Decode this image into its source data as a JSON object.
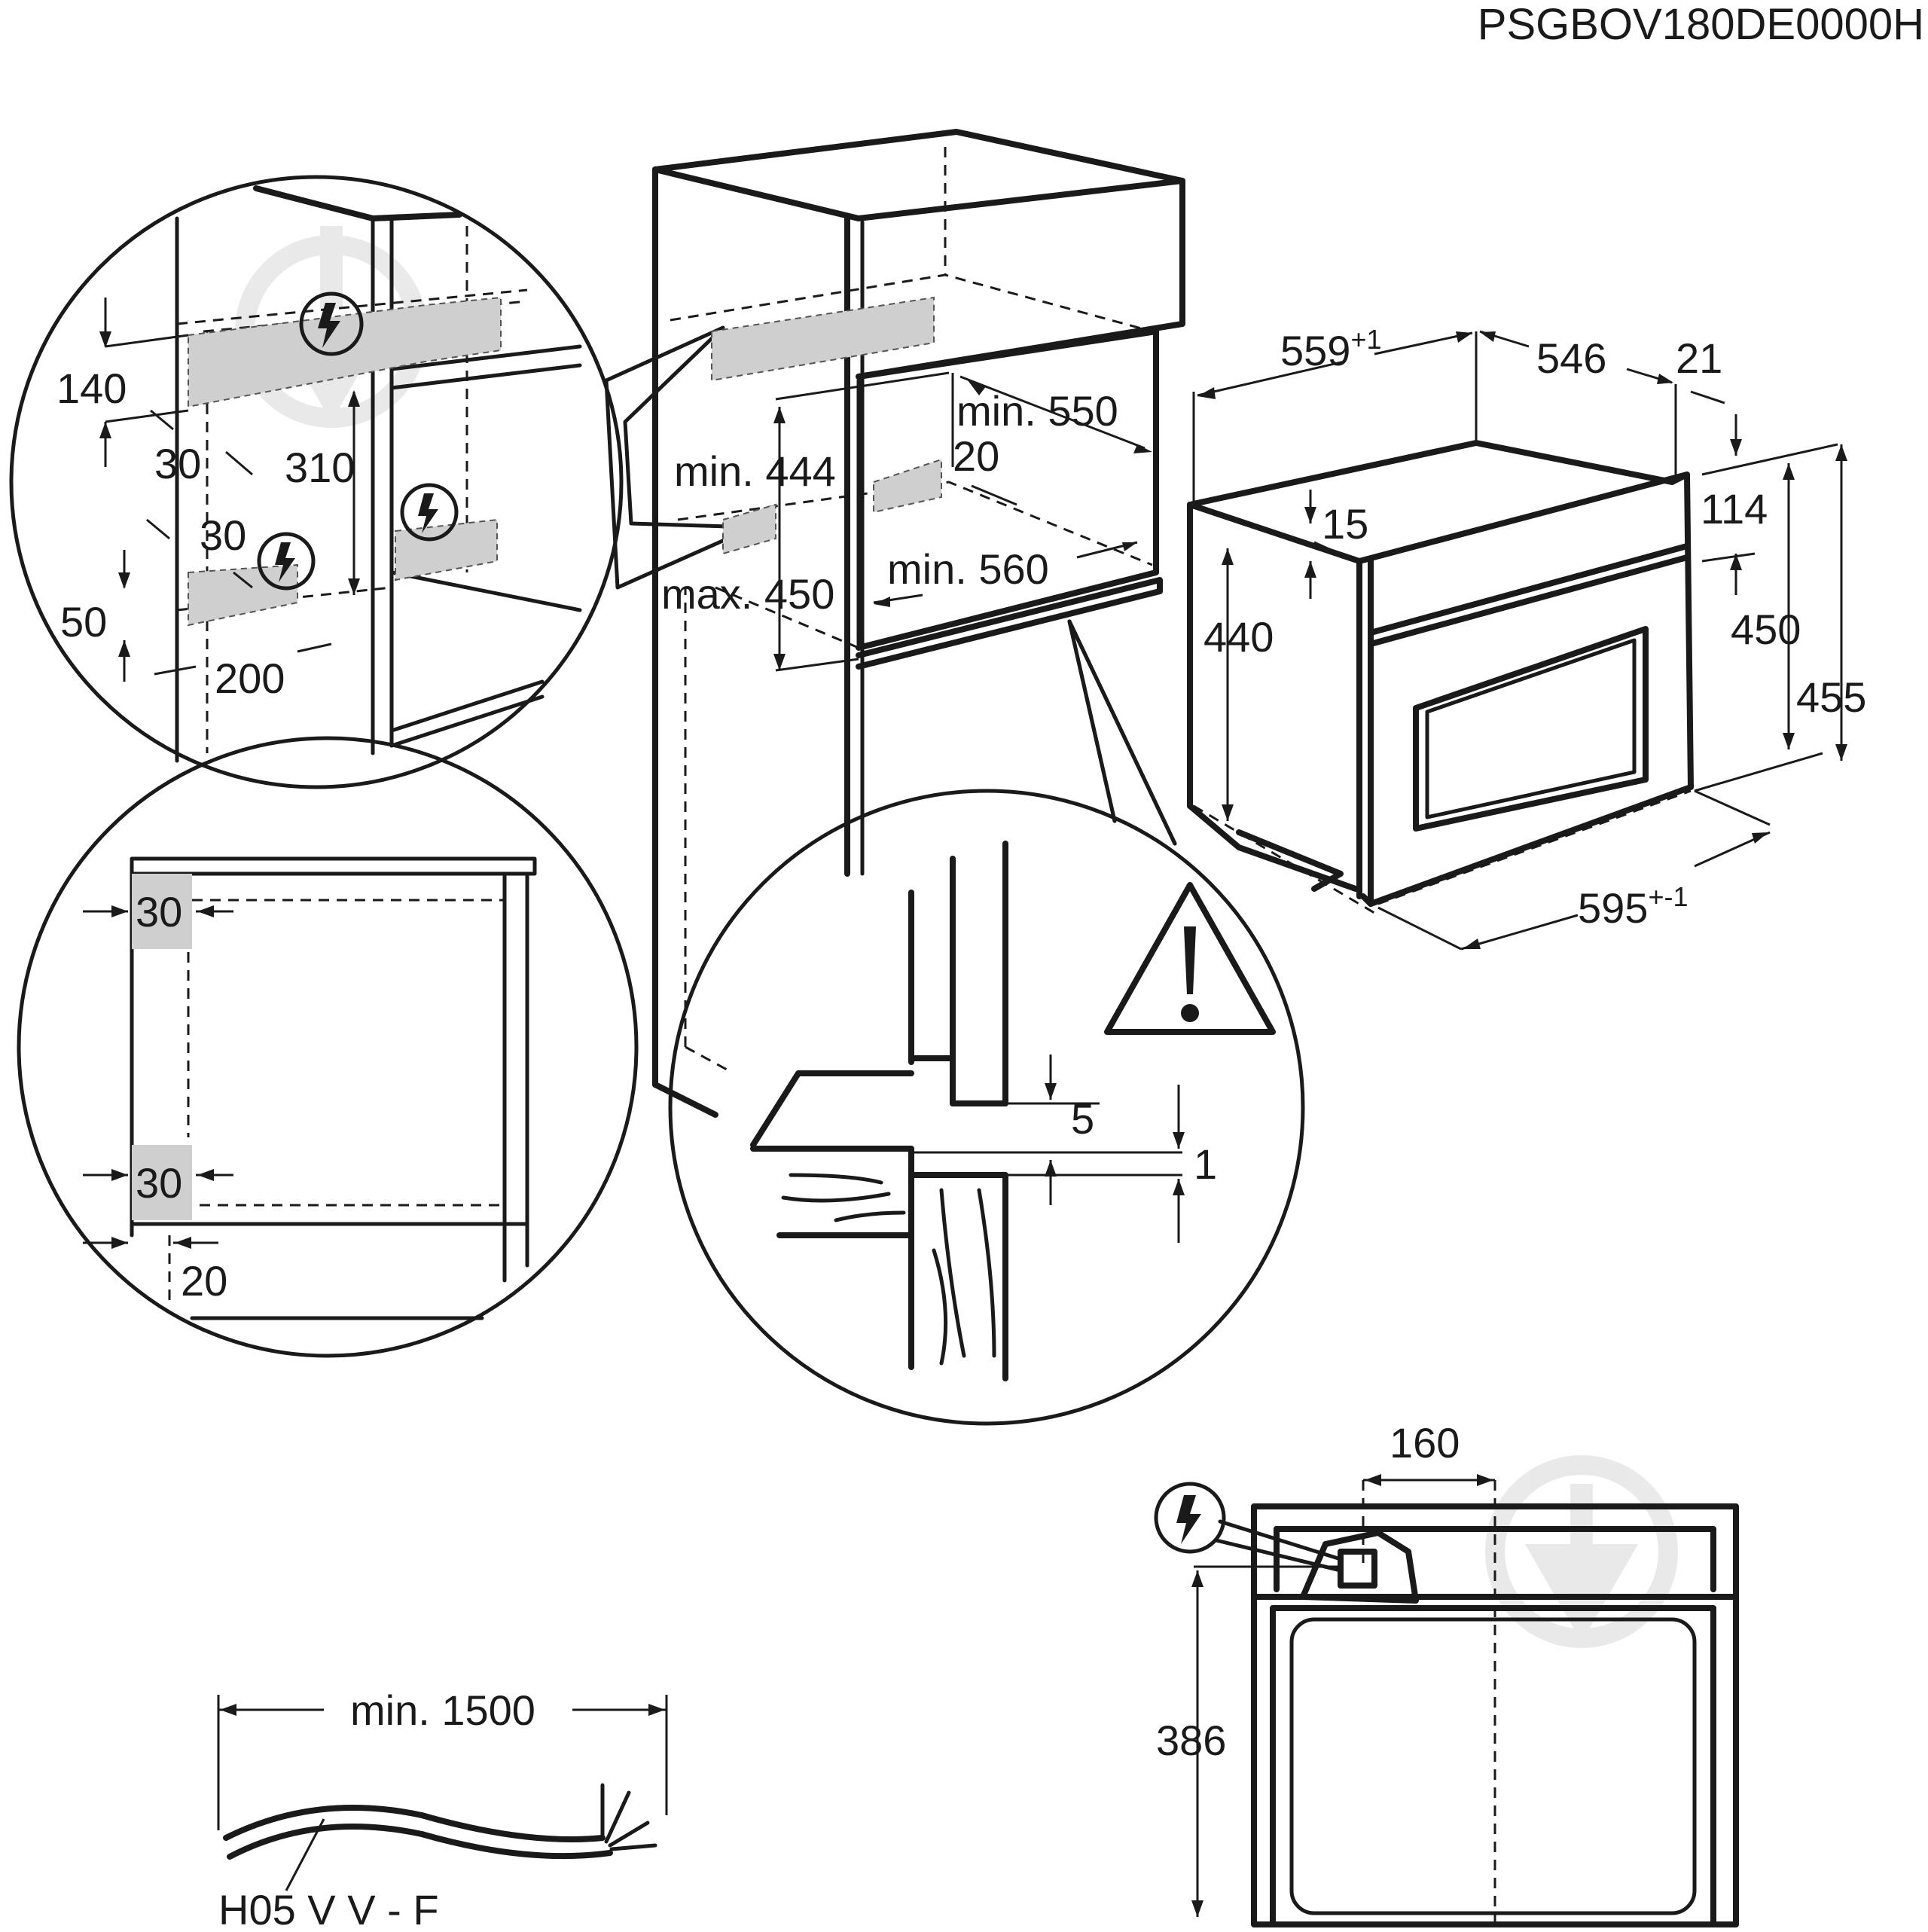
{
  "model_code": "PSGBOV180DE0000H",
  "dimensions": {
    "detail_top_left": {
      "d140": "140",
      "d30_a": "30",
      "d310": "310",
      "d30_b": "30",
      "d50": "50",
      "d200": "200"
    },
    "cabinet": {
      "min_550": "min. 550",
      "min_444": "min. 444",
      "d20": "20",
      "max_450": "max. 450",
      "min_560": "min. 560"
    },
    "appliance": {
      "d559": "559",
      "d559_tol": "+1",
      "d546": "546",
      "d21": "21",
      "d15": "15",
      "d114": "114",
      "d440": "440",
      "d450": "450",
      "d455": "455",
      "d595": "595",
      "d595_tol": "+-1"
    },
    "detail_left": {
      "d30_top": "30",
      "d30_bottom": "30",
      "d20": "20"
    },
    "detail_gap": {
      "d5": "5",
      "d1": "1"
    },
    "front_view": {
      "d160": "160",
      "d386": "386"
    },
    "cable": {
      "min_1500": "min. 1500",
      "cable_type": "H05 V V - F"
    }
  },
  "icons": [
    "electric-connection-icon",
    "warning-triangle-icon",
    "watermark-logo-icon"
  ]
}
